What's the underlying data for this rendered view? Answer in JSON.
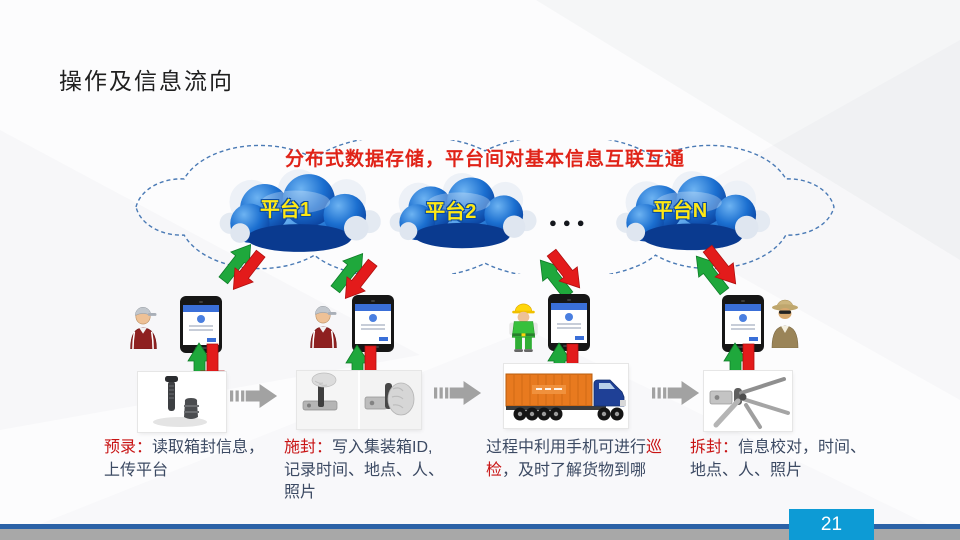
{
  "slide": {
    "title": "操作及信息流向",
    "page_number": "21"
  },
  "banner": {
    "text": "分布式数据存储，平台间对基本信息互联互通"
  },
  "platform_cloud": {
    "labels": [
      "平台1",
      "平台2",
      "平台N"
    ],
    "ellipsis": "●●●"
  },
  "steps": [
    {
      "id": "pre-record",
      "segments": [
        {
          "text": "预录："
        },
        {
          "text": "读取箱封信息，上传平台"
        }
      ]
    },
    {
      "id": "seal-on",
      "segments": [
        {
          "text": "施封："
        },
        {
          "text": "写入集装箱ID, 记录时间、地点、人、照片"
        }
      ]
    },
    {
      "id": "inspection",
      "segments": [
        {
          "text": "过程中利用手机可进行"
        },
        {
          "text": "巡检"
        },
        {
          "text": "，及时了解货物到哪"
        }
      ]
    },
    {
      "id": "seal-off",
      "segments": [
        {
          "text": "拆封："
        },
        {
          "text": "信息校对，时间、地点、人、照片"
        }
      ]
    }
  ],
  "icons": {
    "cloud-icon": "puffy blue cloud",
    "up-down-arrows-icon": "green up arrow + red down arrow",
    "flow-arrow-icon": "gray block arrow right",
    "person-cap-icon": "worker with cap and red shirt",
    "safety-worker-icon": "worker with yellow helmet and green vest",
    "inspector-icon": "person with brim hat and sunglasses",
    "smartphone-icon": "phone with app screen",
    "bolt-seal-icon": "container bolt seal",
    "seal-install-icon": "hands installing seal",
    "container-truck-icon": "orange container truck",
    "seal-cutting-icon": "cutter removing seal"
  },
  "colors": {
    "banner_red": "#e02318",
    "step_keyword_red": "#c81414",
    "step_body": "#3c4a63",
    "cloud_label_yellow": "#ffe814",
    "cloud_blue": "#1b6fd0",
    "arrow_green": "#1fa83c",
    "arrow_red": "#e31b1b",
    "flow_arrow_gray": "#a2a2a2",
    "page_box_blue": "#0d9bd5",
    "footer_line_blue": "#2b62a7",
    "footer_bar_gray": "#a8a8a8"
  }
}
